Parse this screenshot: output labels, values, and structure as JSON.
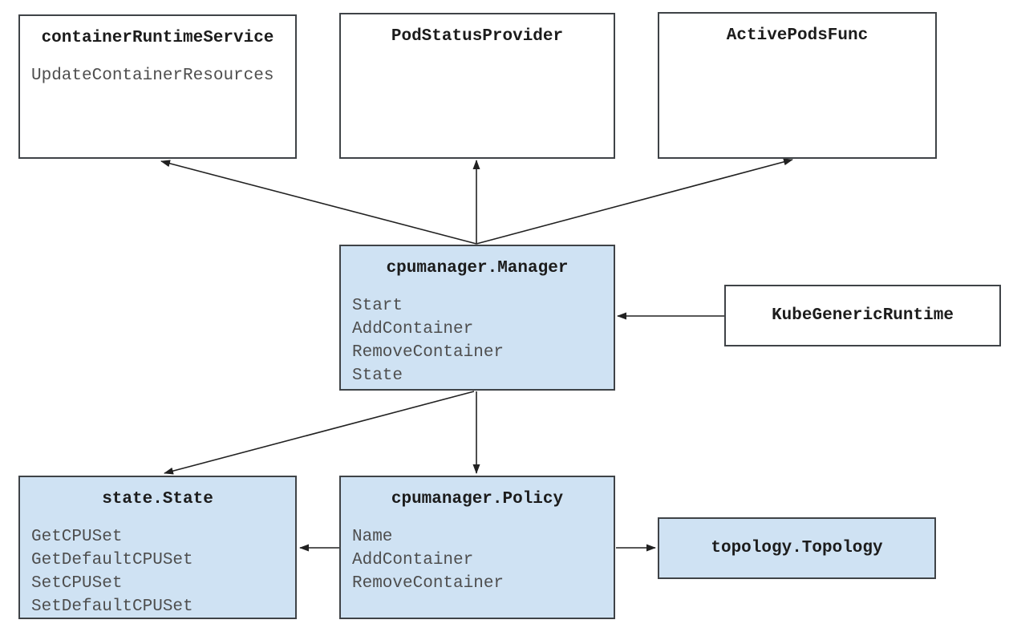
{
  "diagram": {
    "colors": {
      "background": "#ffffff",
      "node_fill_white": "#ffffff",
      "node_fill_blue": "#cfe2f3",
      "node_border": "#3f4347",
      "title_text": "#1c1c1c",
      "item_text": "#4e4e4e",
      "arrow": "#212121"
    },
    "nodes": {
      "container_runtime_service": {
        "title": "containerRuntimeService",
        "items": [
          "UpdateContainerResources"
        ]
      },
      "pod_status_provider": {
        "title": "PodStatusProvider",
        "items": []
      },
      "active_pods_func": {
        "title": "ActivePodsFunc",
        "items": []
      },
      "manager": {
        "title": "cpumanager.Manager",
        "items": [
          "Start",
          "AddContainer",
          "RemoveContainer",
          "State"
        ]
      },
      "kube_generic_runtime": {
        "title": "KubeGenericRuntime",
        "items": []
      },
      "state": {
        "title": "state.State",
        "items": [
          "GetCPUSet",
          "GetDefaultCPUSet",
          "SetCPUSet",
          "SetDefaultCPUSet"
        ]
      },
      "policy": {
        "title": "cpumanager.Policy",
        "items": [
          "Name",
          "AddContainer",
          "RemoveContainer"
        ]
      },
      "topology": {
        "title": "topology.Topology",
        "items": []
      }
    },
    "edges": [
      {
        "from": "cpumanager.Manager",
        "to": "containerRuntimeService"
      },
      {
        "from": "cpumanager.Manager",
        "to": "PodStatusProvider"
      },
      {
        "from": "cpumanager.Manager",
        "to": "ActivePodsFunc"
      },
      {
        "from": "KubeGenericRuntime",
        "to": "cpumanager.Manager"
      },
      {
        "from": "cpumanager.Manager",
        "to": "state.State"
      },
      {
        "from": "cpumanager.Manager",
        "to": "cpumanager.Policy"
      },
      {
        "from": "cpumanager.Policy",
        "to": "state.State"
      },
      {
        "from": "cpumanager.Policy",
        "to": "topology.Topology"
      }
    ]
  }
}
